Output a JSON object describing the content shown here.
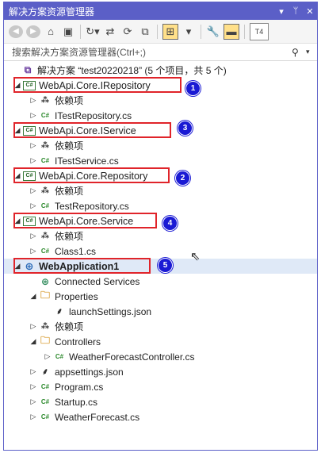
{
  "window": {
    "title": "解决方案资源管理器",
    "pin": "▾ ⊼ ✕"
  },
  "toolbar": {
    "t4": "T4"
  },
  "search": {
    "placeholder": "搜索解决方案资源管理器(Ctrl+;)",
    "icon": "search-icon"
  },
  "solution": {
    "label": "解决方案 “test20220218” (5 个项目，共 5 个)"
  },
  "projects": [
    {
      "name": "WebApi.Core.IRepository",
      "badge": "1",
      "dep": "依赖项",
      "file": "ITestRepository.cs"
    },
    {
      "name": "WebApi.Core.IService",
      "badge": "3",
      "dep": "依赖项",
      "file": "ITestService.cs"
    },
    {
      "name": "WebApi.Core.Repository",
      "badge": "2",
      "dep": "依赖项",
      "file": "TestRepository.cs"
    },
    {
      "name": "WebApi.Core.Service",
      "badge": "4",
      "dep": "依赖项",
      "file": "Class1.cs"
    }
  ],
  "webapp": {
    "name": "WebApplication1",
    "badge": "5",
    "connected": "Connected Services",
    "properties": "Properties",
    "launch": "launchSettings.json",
    "dep": "依赖项",
    "controllers": "Controllers",
    "controller_file": "WeatherForecastController.cs",
    "appsettings": "appsettings.json",
    "program": "Program.cs",
    "startup": "Startup.cs",
    "weather": "WeatherForecast.cs"
  },
  "colors": {
    "accent": "#5b5fc7",
    "highlight": "#e0242a",
    "badge": "#1a1ad4"
  }
}
